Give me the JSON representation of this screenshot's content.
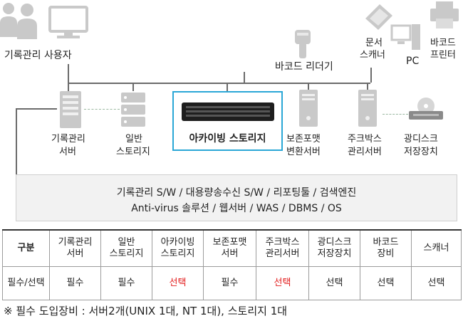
{
  "top": {
    "users_label": "기록관리 사용자",
    "barcode_reader_label": "바코드 리더기",
    "scanner_label": [
      "문서",
      "스캐너"
    ],
    "pc_label": "PC",
    "barcode_printer_label": [
      "바코드",
      "프린터"
    ]
  },
  "servers": {
    "records_server": [
      "기록관리",
      "서버"
    ],
    "general_storage": [
      "일반",
      "스토리지"
    ],
    "archive_storage": "아카이빙 스토리지",
    "conversion_server": [
      "보존포맷",
      "변환서버"
    ],
    "jukebox_server": [
      "주크박스",
      "관리서버"
    ],
    "optical_storage": [
      "광디스크",
      "저장장치"
    ]
  },
  "software": {
    "line1": "기록관리 S/W / 대용량송수신 S/W / 리포팅툴 / 검색엔진",
    "line2": "Anti-virus 솔루션 / 웹서버 / WAS / DBMS / OS"
  },
  "table": {
    "headers": [
      [
        "구분"
      ],
      [
        "기록관리",
        "서버"
      ],
      [
        "일반",
        "스토리지"
      ],
      [
        "아카이빙",
        "스토리지"
      ],
      [
        "보존포맷",
        "서버"
      ],
      [
        "주크박스",
        "관리서버"
      ],
      [
        "광디스크",
        "저장장치"
      ],
      [
        "바코드",
        "장비"
      ],
      [
        "스캐너"
      ]
    ],
    "values": [
      "필수/선택",
      "필수",
      "필수",
      "선택",
      "필수",
      "선택",
      "선택",
      "선택",
      "선택"
    ],
    "highlight_color": "#e21b1b"
  },
  "footnote": "※ 필수 도입장비 : 서버2개(UNIX 1대, NT 1대), 스토리지 1대",
  "colors": {
    "archive_border": "#2aa7d6",
    "icon_gray": "#c9c9c9",
    "line": "#6b6b6b"
  }
}
